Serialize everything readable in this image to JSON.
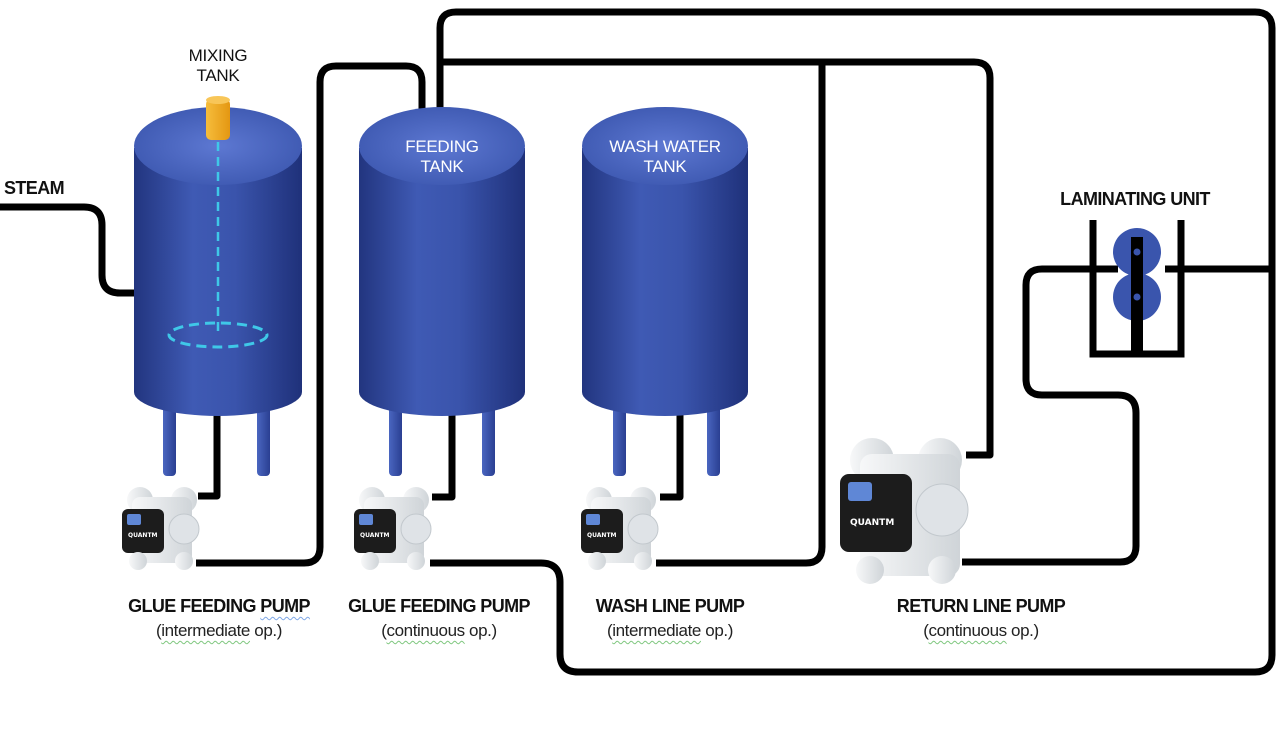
{
  "tanks": {
    "mixing": {
      "line1": "MIXING",
      "line2": "TANK"
    },
    "feeding": {
      "line1": "FEEDING",
      "line2": "TANK"
    },
    "wash": {
      "line1": "WASH WATER",
      "line2": "TANK"
    }
  },
  "steam_label": "STEAM",
  "laminating_label": "LAMINATING UNIT",
  "pumps": [
    {
      "name_a": "GLUE FEEDING ",
      "name_b": "PUMP",
      "paren_open": "(",
      "op_word": "intermediate",
      "op_rest": " op.)"
    },
    {
      "name_a": "GLUE FEEDING PUMP",
      "name_b": "",
      "paren_open": "(",
      "op_word": "continuous",
      "op_rest": " op.)"
    },
    {
      "name_a": "WASH LINE PUMP",
      "name_b": "",
      "paren_open": "(",
      "op_word": "intermediate",
      "op_rest": " op.)"
    },
    {
      "name_a": "RETURN LINE PUMP",
      "name_b": "",
      "paren_open": "(",
      "op_word": "continuous",
      "op_rest": " op.)"
    }
  ],
  "pump_brand": "QUANTM",
  "colors": {
    "tank_blue": "#3a55ad",
    "tank_dark": "#25388a",
    "tank_light": "#5b76cf",
    "pipe": "#000000",
    "agitator": "#3fc8e8",
    "motor": "#f2a81c",
    "pump_body": "#e9ecef",
    "pump_motor": "#1c1c1c"
  }
}
